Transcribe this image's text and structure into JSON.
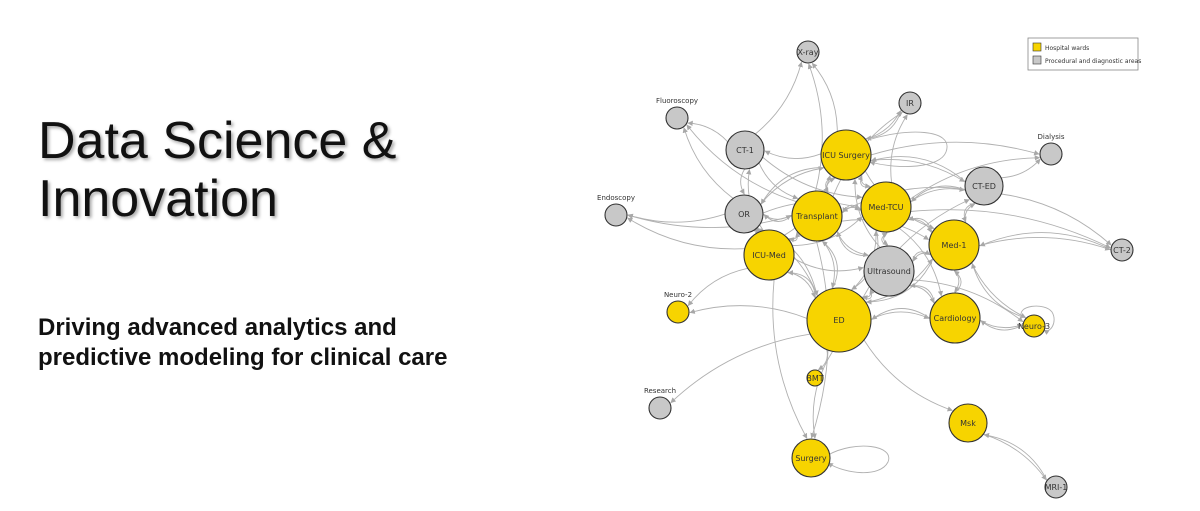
{
  "slide": {
    "title_line1": "Data Science &",
    "title_line2": "Innovation",
    "subtitle_line1": "Driving advanced analytics and",
    "subtitle_line2": "predictive modeling for clinical care"
  },
  "colors": {
    "ward": "#f7d400",
    "procedural": "#c8c8c8",
    "edge": "#b0b0b0",
    "node_stroke": "#333333"
  },
  "legend": {
    "items": [
      {
        "label": "Hospital wards",
        "category": "ward"
      },
      {
        "label": "Procedural and diagnostic areas",
        "category": "procedural"
      }
    ]
  },
  "network": {
    "nodes": [
      {
        "id": "xray",
        "label": "X-ray",
        "category": "procedural",
        "size": "small"
      },
      {
        "id": "fluoro",
        "label": "Fluoroscopy",
        "category": "procedural",
        "size": "small"
      },
      {
        "id": "ir",
        "label": "IR",
        "category": "procedural",
        "size": "small"
      },
      {
        "id": "ct1",
        "label": "CT-1",
        "category": "procedural",
        "size": "medium"
      },
      {
        "id": "icusurg",
        "label": "ICU Surgery",
        "category": "ward",
        "size": "large"
      },
      {
        "id": "dialysis",
        "label": "Dialysis",
        "category": "procedural",
        "size": "small"
      },
      {
        "id": "cted",
        "label": "CT-ED",
        "category": "procedural",
        "size": "medium"
      },
      {
        "id": "endo",
        "label": "Endoscopy",
        "category": "procedural",
        "size": "small"
      },
      {
        "id": "or",
        "label": "OR",
        "category": "procedural",
        "size": "medium"
      },
      {
        "id": "transplant",
        "label": "Transplant",
        "category": "ward",
        "size": "large"
      },
      {
        "id": "medtcu",
        "label": "Med-TCU",
        "category": "ward",
        "size": "large"
      },
      {
        "id": "med1",
        "label": "Med-1",
        "category": "ward",
        "size": "large"
      },
      {
        "id": "ct2",
        "label": "CT-2",
        "category": "procedural",
        "size": "small"
      },
      {
        "id": "icumed",
        "label": "ICU-Med",
        "category": "ward",
        "size": "large"
      },
      {
        "id": "ultra",
        "label": "Ultrasound",
        "category": "procedural",
        "size": "large"
      },
      {
        "id": "neuro2",
        "label": "Neuro-2",
        "category": "ward",
        "size": "small"
      },
      {
        "id": "ed",
        "label": "ED",
        "category": "ward",
        "size": "xlarge"
      },
      {
        "id": "cardio",
        "label": "Cardiology",
        "category": "ward",
        "size": "large"
      },
      {
        "id": "neuro3",
        "label": "Neuro-3",
        "category": "ward",
        "size": "small"
      },
      {
        "id": "bmt",
        "label": "BMT",
        "category": "ward",
        "size": "tiny"
      },
      {
        "id": "research",
        "label": "Research",
        "category": "procedural",
        "size": "small"
      },
      {
        "id": "msk",
        "label": "Msk",
        "category": "ward",
        "size": "medium"
      },
      {
        "id": "surgery",
        "label": "Surgery",
        "category": "ward",
        "size": "medium"
      },
      {
        "id": "mri1",
        "label": "MRI-1",
        "category": "procedural",
        "size": "small"
      }
    ],
    "edges": [
      [
        "icusurg",
        "xray"
      ],
      [
        "ct1",
        "xray"
      ],
      [
        "transplant",
        "xray"
      ],
      [
        "icusurg",
        "ir"
      ],
      [
        "ir",
        "icusurg"
      ],
      [
        "medtcu",
        "ir"
      ],
      [
        "transplant",
        "ir"
      ],
      [
        "ct1",
        "fluoro"
      ],
      [
        "or",
        "fluoro"
      ],
      [
        "transplant",
        "fluoro"
      ],
      [
        "icusurg",
        "ct1"
      ],
      [
        "ct1",
        "transplant"
      ],
      [
        "ct1",
        "or"
      ],
      [
        "icumed",
        "ct1"
      ],
      [
        "ct1",
        "medtcu"
      ],
      [
        "transplant",
        "icusurg"
      ],
      [
        "icusurg",
        "transplant"
      ],
      [
        "icusurg",
        "medtcu"
      ],
      [
        "medtcu",
        "icusurg"
      ],
      [
        "or",
        "icusurg"
      ],
      [
        "icusurg",
        "or"
      ],
      [
        "icusurg",
        "cted"
      ],
      [
        "icumed",
        "icusurg"
      ],
      [
        "icusurg",
        "med1"
      ],
      [
        "icusurg",
        "dialysis"
      ],
      [
        "medtcu",
        "dialysis"
      ],
      [
        "cted",
        "dialysis"
      ],
      [
        "medtcu",
        "cted"
      ],
      [
        "cted",
        "medtcu"
      ],
      [
        "med1",
        "cted"
      ],
      [
        "cted",
        "med1"
      ],
      [
        "cted",
        "transplant"
      ],
      [
        "ed",
        "cted"
      ],
      [
        "cted",
        "icusurg"
      ],
      [
        "or",
        "endo"
      ],
      [
        "transplant",
        "endo"
      ],
      [
        "icumed",
        "endo"
      ],
      [
        "or",
        "transplant"
      ],
      [
        "transplant",
        "or"
      ],
      [
        "or",
        "icumed"
      ],
      [
        "icumed",
        "or"
      ],
      [
        "or",
        "medtcu"
      ],
      [
        "ed",
        "or"
      ],
      [
        "or",
        "ed"
      ],
      [
        "transplant",
        "medtcu"
      ],
      [
        "medtcu",
        "transplant"
      ],
      [
        "transplant",
        "icumed"
      ],
      [
        "icumed",
        "transplant"
      ],
      [
        "transplant",
        "ultra"
      ],
      [
        "ultra",
        "transplant"
      ],
      [
        "transplant",
        "ed"
      ],
      [
        "ed",
        "transplant"
      ],
      [
        "transplant",
        "med1"
      ],
      [
        "medtcu",
        "med1"
      ],
      [
        "med1",
        "medtcu"
      ],
      [
        "medtcu",
        "ultra"
      ],
      [
        "ultra",
        "medtcu"
      ],
      [
        "ed",
        "medtcu"
      ],
      [
        "medtcu",
        "ed"
      ],
      [
        "medtcu",
        "cardio"
      ],
      [
        "icumed",
        "medtcu"
      ],
      [
        "med1",
        "ct2"
      ],
      [
        "ct2",
        "med1"
      ],
      [
        "medtcu",
        "ct2"
      ],
      [
        "cted",
        "ct2"
      ],
      [
        "med1",
        "ultra"
      ],
      [
        "ultra",
        "med1"
      ],
      [
        "med1",
        "cardio"
      ],
      [
        "cardio",
        "med1"
      ],
      [
        "ed",
        "med1"
      ],
      [
        "med1",
        "ed"
      ],
      [
        "med1",
        "neuro3"
      ],
      [
        "icumed",
        "ed"
      ],
      [
        "ed",
        "icumed"
      ],
      [
        "icumed",
        "ultra"
      ],
      [
        "ultra",
        "ed"
      ],
      [
        "ed",
        "ultra"
      ],
      [
        "ultra",
        "cardio"
      ],
      [
        "cardio",
        "ultra"
      ],
      [
        "ultra",
        "neuro3"
      ],
      [
        "ultra",
        "icusurg"
      ],
      [
        "icumed",
        "neuro2"
      ],
      [
        "ed",
        "neuro2"
      ],
      [
        "ed",
        "cardio"
      ],
      [
        "cardio",
        "ed"
      ],
      [
        "cardio",
        "neuro3"
      ],
      [
        "neuro3",
        "cardio"
      ],
      [
        "neuro3",
        "med1"
      ],
      [
        "ed",
        "bmt"
      ],
      [
        "ed",
        "research"
      ],
      [
        "ed",
        "msk"
      ],
      [
        "ed",
        "surgery"
      ],
      [
        "transplant",
        "surgery"
      ],
      [
        "icumed",
        "surgery"
      ],
      [
        "msk",
        "mri1"
      ],
      [
        "mri1",
        "msk"
      ]
    ]
  }
}
